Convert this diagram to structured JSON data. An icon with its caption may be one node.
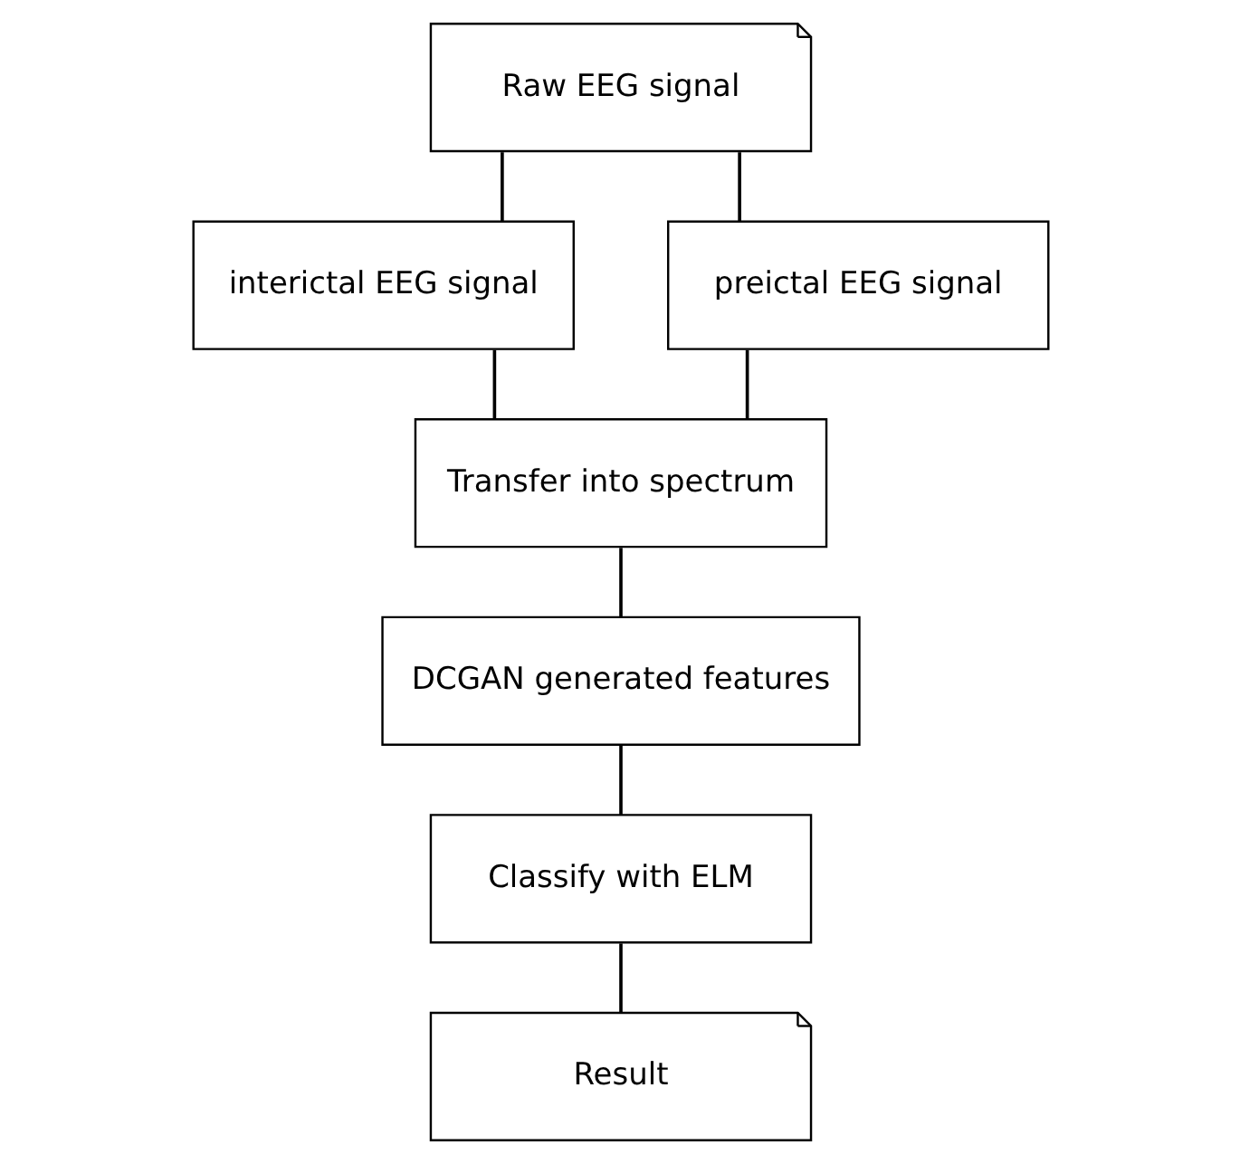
{
  "diagram": {
    "nodes": [
      {
        "text": [
          "Raw EEG signal"
        ]
      },
      {
        "text": [
          "interictal EEG signal"
        ]
      },
      {
        "text": [
          "preictal EEG signal"
        ]
      },
      {
        "text": [
          "Transfer into spectrum"
        ]
      },
      {
        "text": [
          "DCGAN generated features"
        ]
      },
      {
        "text": [
          "Classify with ELM"
        ]
      },
      {
        "text": [
          "Result"
        ]
      }
    ],
    "edges": [
      {
        "from": 0,
        "to": 1,
        "arrow": "none"
      },
      {
        "from": 0,
        "to": 2,
        "arrow": "none"
      },
      {
        "from": 1,
        "to": 3,
        "arrow": "none"
      },
      {
        "from": 2,
        "to": 3,
        "arrow": "none"
      },
      {
        "from": 3,
        "to": 4,
        "arrow": "none"
      },
      {
        "from": 4,
        "to": 5,
        "arrow": "none"
      },
      {
        "from": 5,
        "to": 6,
        "arrow": "none"
      }
    ]
  }
}
